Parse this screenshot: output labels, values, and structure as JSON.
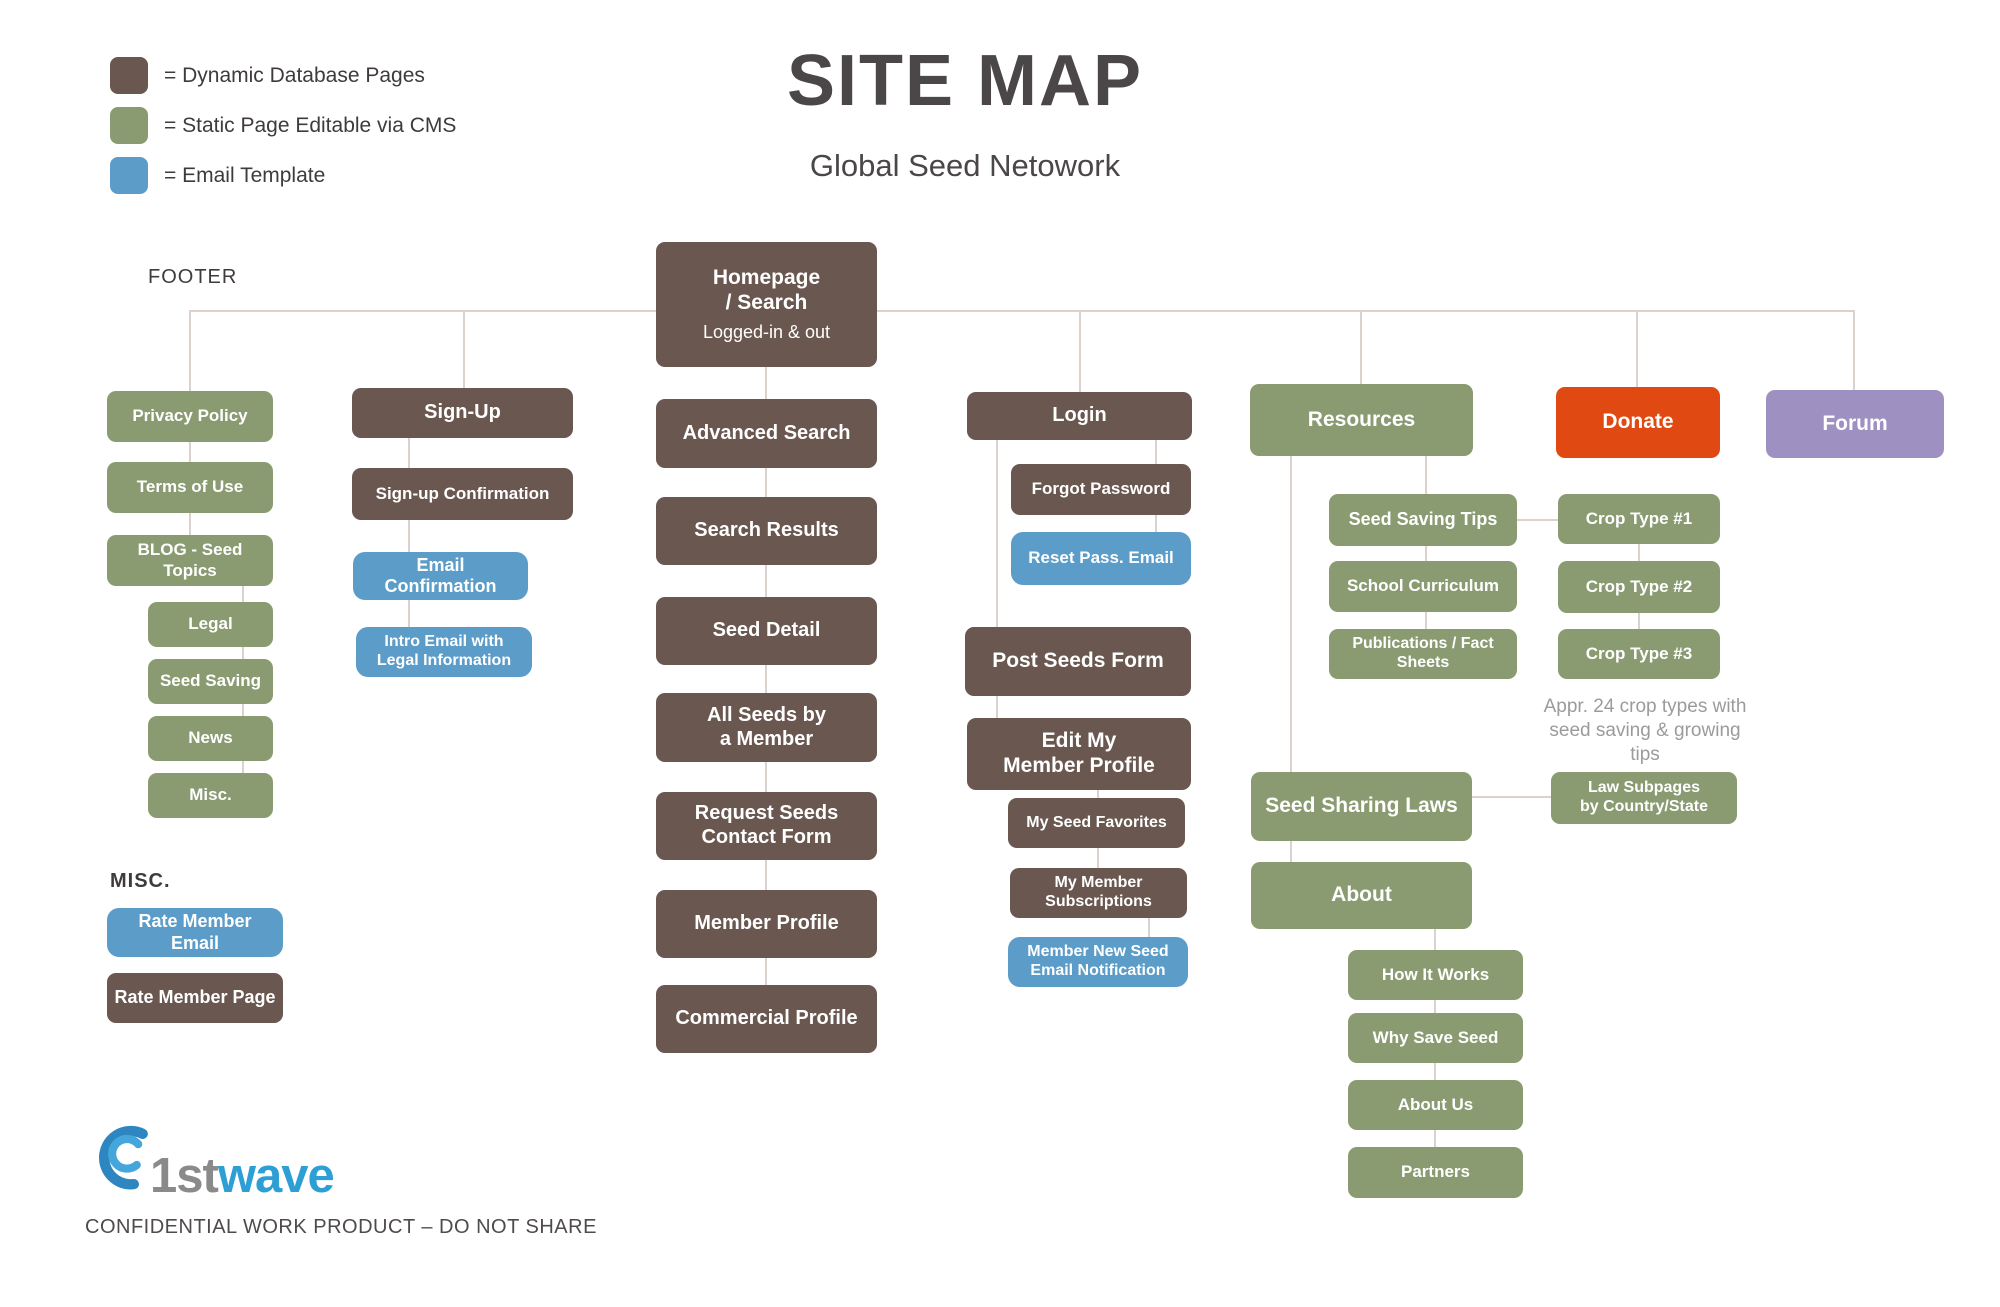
{
  "legend": {
    "dynamic": {
      "label": "= Dynamic Database Pages",
      "color": "#695750"
    },
    "static": {
      "label": "= Static Page Editable via CMS",
      "color": "#8A9B72"
    },
    "email": {
      "label": "= Email Template",
      "color": "#5B9CC9"
    }
  },
  "header": {
    "title": "SITE MAP",
    "subtitle": "Global Seed Netowork"
  },
  "section_labels": {
    "footer": "FOOTER",
    "misc": "MISC."
  },
  "colors": {
    "dynamic_database_page": "#695750",
    "static_page_cms": "#8A9B72",
    "email_template": "#5B9CC9",
    "donate": "#E04A12",
    "forum": "#9E90C0",
    "connector_line": "#DCD2CD"
  },
  "nodes": {
    "homepage_title": "Homepage\n/ Search",
    "homepage_sub": "Logged-in & out",
    "advanced_search": "Advanced Search",
    "search_results": "Search Results",
    "seed_detail": "Seed Detail",
    "all_seeds_by_member": "All Seeds by\na Member",
    "request_seeds": "Request Seeds\nContact Form",
    "member_profile": "Member Profile",
    "commercial_profile": "Commercial  Profile",
    "privacy_policy": "Privacy Policy",
    "terms_of_use": "Terms of Use",
    "blog_seed_topics": "BLOG - Seed Topics",
    "legal": "Legal",
    "seed_saving": "Seed Saving",
    "news": "News",
    "misc": "Misc.",
    "rate_member_email": "Rate Member Email",
    "rate_member_page": "Rate Member Page",
    "sign_up": "Sign-Up",
    "signup_confirmation": "Sign-up Confirmation",
    "email_confirmation": "Email Confirmation",
    "intro_email": "Intro Email with\nLegal Information",
    "login": "Login",
    "forgot_password": "Forgot Password",
    "reset_pass_email": "Reset Pass. Email",
    "post_seeds_form": "Post Seeds Form",
    "edit_my_member_profile": "Edit My\nMember Profile",
    "my_seed_favorites": "My Seed Favorites",
    "my_member_subscriptions": "My Member\nSubscriptions",
    "member_new_seed_email": "Member New Seed\nEmail Notification",
    "resources": "Resources",
    "seed_saving_tips": "Seed Saving Tips",
    "school_curriculum": "School Curriculum",
    "publications_fact_sheets": "Publications / Fact Sheets",
    "crop_type_1": "Crop Type #1",
    "crop_type_2": "Crop Type #2",
    "crop_type_3": "Crop Type #3",
    "seed_sharing_laws": "Seed Sharing Laws",
    "law_subpages": "Law Subpages\nby Country/State",
    "about": "About",
    "how_it_works": "How It Works",
    "why_save_seed": "Why Save Seed",
    "about_us": "About Us",
    "partners": "Partners",
    "donate": "Donate",
    "forum": "Forum"
  },
  "notes": {
    "crop_types": "Appr. 24 crop types with\nseed saving & growing tips"
  },
  "footer": {
    "logo_prefix": "1st",
    "logo_suffix": "wave",
    "confidential": "CONFIDENTIAL WORK PRODUCT – DO NOT SHARE"
  }
}
